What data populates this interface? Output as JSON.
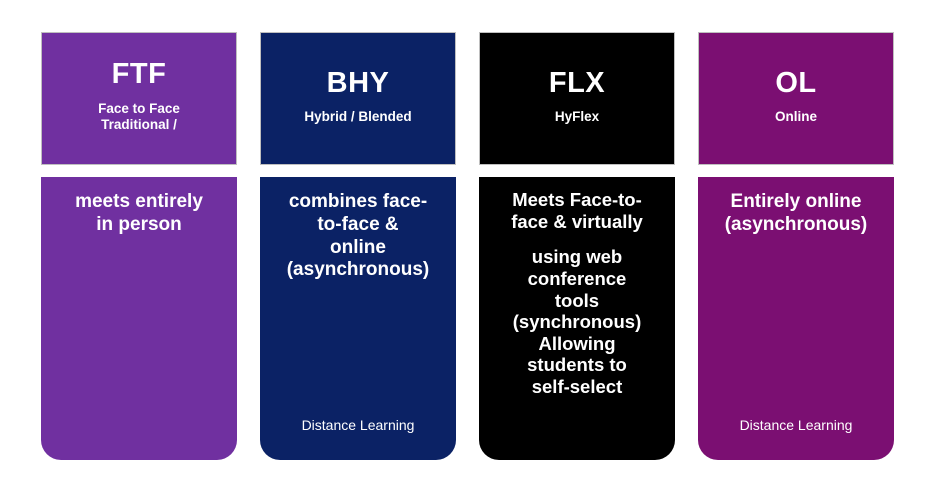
{
  "colors": {
    "ftf": "#7030A0",
    "bhy": "#0B2265",
    "flx": "#000000",
    "ol": "#7B0F72",
    "header_border": "#bfbfbf",
    "text": "#ffffff",
    "background": "#ffffff"
  },
  "columns": [
    {
      "id": "ftf",
      "code": "FTF",
      "subtitle": "Face to Face\nTraditional /",
      "body": "meets entirely\nin person",
      "body_secondary": "",
      "footer": ""
    },
    {
      "id": "bhy",
      "code": "BHY",
      "subtitle": "Hybrid / Blended",
      "body": "combines face-\nto-face &\nonline\n(asynchronous)",
      "body_secondary": "",
      "footer": "Distance Learning"
    },
    {
      "id": "flx",
      "code": "FLX",
      "subtitle": "HyFlex",
      "body": "Meets Face-to-\nface & virtually",
      "body_secondary": "using web\nconference\ntools\n(synchronous)\nAllowing\nstudents to\nself-select",
      "footer": ""
    },
    {
      "id": "ol",
      "code": "OL",
      "subtitle": "Online",
      "body": "Entirely online\n(asynchronous)",
      "body_secondary": "",
      "footer": "Distance Learning"
    }
  ]
}
